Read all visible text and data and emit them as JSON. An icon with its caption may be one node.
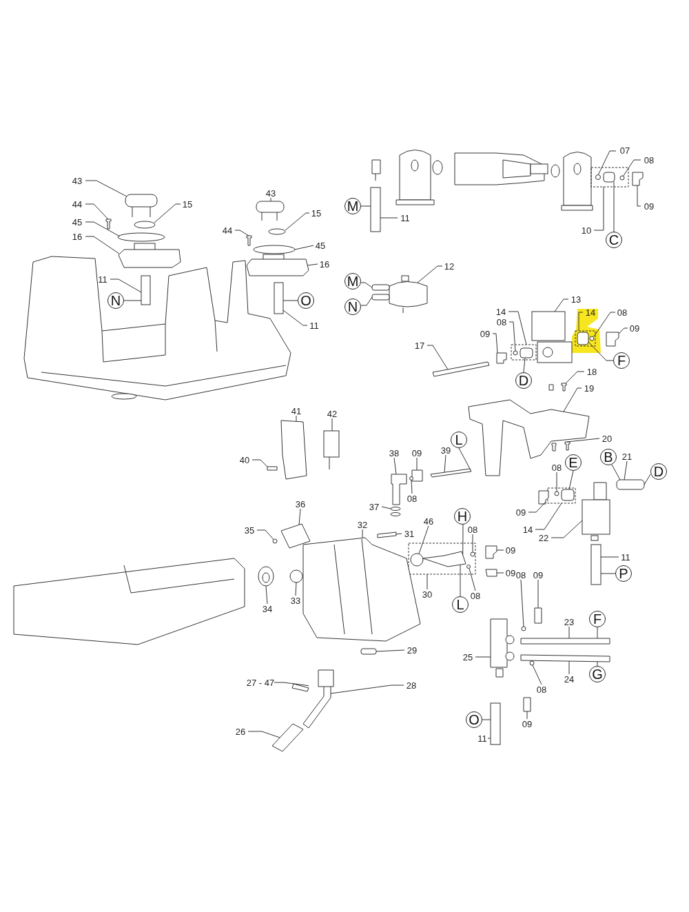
{
  "diagram": {
    "nodes": [
      {
        "text": [
          "07"
        ]
      },
      {
        "text": [
          "08"
        ]
      },
      {
        "text": [
          "09"
        ]
      },
      {
        "text": [
          "M"
        ]
      },
      {
        "text": [
          "11"
        ]
      },
      {
        "text": [
          "10"
        ]
      },
      {
        "text": [
          "C"
        ]
      },
      {
        "text": [
          "43"
        ]
      },
      {
        "text": [
          "44"
        ]
      },
      {
        "text": [
          "15"
        ]
      },
      {
        "text": [
          "45"
        ]
      },
      {
        "text": [
          "16"
        ]
      },
      {
        "text": [
          "43"
        ]
      },
      {
        "text": [
          "15"
        ]
      },
      {
        "text": [
          "44"
        ]
      },
      {
        "text": [
          "45"
        ]
      },
      {
        "text": [
          "16"
        ]
      },
      {
        "text": [
          "12"
        ]
      },
      {
        "text": [
          "M"
        ]
      },
      {
        "text": [
          "11"
        ]
      },
      {
        "text": [
          "N"
        ]
      },
      {
        "text": [
          "O"
        ]
      },
      {
        "text": [
          "N"
        ]
      },
      {
        "text": [
          "13"
        ]
      },
      {
        "text": [
          "14"
        ]
      },
      {
        "text": [
          "14"
        ]
      },
      {
        "text": [
          "08"
        ]
      },
      {
        "text": [
          "08"
        ]
      },
      {
        "text": [
          "11"
        ]
      },
      {
        "text": [
          "09"
        ]
      },
      {
        "text": [
          "09"
        ]
      },
      {
        "text": [
          "17"
        ]
      },
      {
        "text": [
          "F"
        ]
      },
      {
        "text": [
          "18"
        ]
      },
      {
        "text": [
          "D"
        ]
      },
      {
        "text": [
          "19"
        ]
      },
      {
        "text": [
          "41"
        ]
      },
      {
        "text": [
          "42"
        ]
      },
      {
        "text": [
          "20"
        ]
      },
      {
        "text": [
          "L"
        ]
      },
      {
        "text": [
          "39"
        ]
      },
      {
        "text": [
          "38"
        ]
      },
      {
        "text": [
          "09"
        ]
      },
      {
        "text": [
          "B"
        ]
      },
      {
        "text": [
          "21"
        ]
      },
      {
        "text": [
          "40"
        ]
      },
      {
        "text": [
          "E"
        ]
      },
      {
        "text": [
          "08"
        ]
      },
      {
        "text": [
          "D"
        ]
      },
      {
        "text": [
          "08"
        ]
      },
      {
        "text": [
          "36"
        ]
      },
      {
        "text": [
          "37"
        ]
      },
      {
        "text": [
          "09"
        ]
      },
      {
        "text": [
          "H"
        ]
      },
      {
        "text": [
          "46"
        ]
      },
      {
        "text": [
          "32"
        ]
      },
      {
        "text": [
          "14"
        ]
      },
      {
        "text": [
          "08"
        ]
      },
      {
        "text": [
          "35"
        ]
      },
      {
        "text": [
          "31"
        ]
      },
      {
        "text": [
          "22"
        ]
      },
      {
        "text": [
          "09"
        ]
      },
      {
        "text": [
          "11"
        ]
      },
      {
        "text": [
          "09"
        ]
      },
      {
        "text": [
          "P"
        ]
      },
      {
        "text": [
          "08"
        ]
      },
      {
        "text": [
          "09"
        ]
      },
      {
        "text": [
          "30"
        ]
      },
      {
        "text": [
          "08"
        ]
      },
      {
        "text": [
          "33"
        ]
      },
      {
        "text": [
          "L"
        ]
      },
      {
        "text": [
          "34"
        ]
      },
      {
        "text": [
          "F"
        ]
      },
      {
        "text": [
          "23"
        ]
      },
      {
        "text": [
          "29"
        ]
      },
      {
        "text": [
          "25"
        ]
      },
      {
        "text": [
          "G"
        ]
      },
      {
        "text": [
          "24"
        ]
      },
      {
        "text": [
          "27 - 47"
        ]
      },
      {
        "text": [
          "28"
        ]
      },
      {
        "text": [
          "08"
        ]
      },
      {
        "text": [
          "O"
        ]
      },
      {
        "text": [
          "09"
        ]
      },
      {
        "text": [
          "11"
        ]
      },
      {
        "text": [
          "26"
        ]
      },
      {
        "text": [],
        "shape": "box"
      },
      {
        "text": [],
        "shape": "circle",
        "in": 85
      },
      {
        "text": [],
        "shape": "fitting",
        "in": 85
      },
      {
        "text": [],
        "shape": "circle",
        "in": 85
      },
      {
        "text": [],
        "shape": "clip"
      },
      {
        "text": [],
        "shape": "tube"
      },
      {
        "text": [],
        "shape": "cap"
      },
      {
        "text": [],
        "shape": "screw"
      },
      {
        "text": [],
        "shape": "ring"
      },
      {
        "text": [],
        "shape": "ring"
      },
      {
        "text": [],
        "shape": "flange"
      },
      {
        "text": [],
        "shape": "cap"
      },
      {
        "text": [],
        "shape": "ring"
      },
      {
        "text": [],
        "shape": "screw"
      },
      {
        "text": [],
        "shape": "ring"
      },
      {
        "text": [],
        "shape": "flange"
      },
      {
        "text": [],
        "shape": "flowmeter"
      },
      {
        "text": [],
        "shape": "nozzle"
      },
      {
        "text": [],
        "shape": "nozzle"
      },
      {
        "text": [],
        "shape": "tube"
      },
      {
        "text": [],
        "shape": "tube"
      },
      {
        "text": [],
        "shape": "coil"
      },
      {
        "text": [],
        "shape": "box"
      },
      {
        "text": [],
        "shape": "circle",
        "in": 107
      },
      {
        "text": [],
        "shape": "fitting",
        "in": 107
      },
      {
        "text": [],
        "shape": "clip"
      },
      {
        "text": [],
        "shape": "rod"
      },
      {
        "text": [],
        "shape": "box"
      },
      {
        "text": [],
        "shape": "fitting",
        "in": 112
      },
      {
        "text": [],
        "shape": "circle",
        "in": 112
      },
      {
        "text": [],
        "shape": "clip"
      },
      {
        "text": [],
        "shape": "screw"
      },
      {
        "text": [],
        "shape": "bracket"
      },
      {
        "text": [],
        "shape": "bracket"
      },
      {
        "text": [],
        "shape": "switch"
      },
      {
        "text": [],
        "shape": "screw"
      },
      {
        "text": [],
        "shape": "rod"
      },
      {
        "text": [],
        "shape": "elbow"
      },
      {
        "text": [],
        "shape": "clip"
      },
      {
        "text": [],
        "shape": "circle"
      },
      {
        "text": [],
        "shape": "fitting"
      },
      {
        "text": [],
        "shape": "screw"
      },
      {
        "text": [],
        "shape": "box"
      },
      {
        "text": [],
        "shape": "circle",
        "in": 127
      },
      {
        "text": [],
        "shape": "fitting",
        "in": 127
      },
      {
        "text": [],
        "shape": "ring"
      },
      {
        "text": [],
        "shape": "switch"
      },
      {
        "text": [],
        "shape": "clip"
      },
      {
        "text": [],
        "shape": "box"
      },
      {
        "text": [],
        "shape": "ring",
        "in": 133
      },
      {
        "text": [],
        "shape": "fitting",
        "in": 133
      },
      {
        "text": [],
        "shape": "circle",
        "in": 133
      },
      {
        "text": [],
        "shape": "frame"
      },
      {
        "text": [],
        "shape": "circle"
      },
      {
        "text": [],
        "shape": "screw"
      },
      {
        "text": [],
        "shape": "valve"
      },
      {
        "text": [],
        "shape": "clip"
      },
      {
        "text": [],
        "shape": "tube"
      },
      {
        "text": [],
        "shape": "clip"
      },
      {
        "text": [],
        "shape": "circle"
      },
      {
        "text": [],
        "shape": "clip"
      },
      {
        "text": [],
        "shape": "circle",
        "in": 133
      },
      {
        "text": [],
        "shape": "gear"
      },
      {
        "text": [],
        "shape": "knob"
      },
      {
        "text": [],
        "shape": "rod"
      },
      {
        "text": [],
        "shape": "nut"
      },
      {
        "text": [],
        "shape": "block"
      },
      {
        "text": [],
        "shape": "rod"
      },
      {
        "text": [],
        "shape": "clip"
      },
      {
        "text": [],
        "shape": "pipe"
      },
      {
        "text": [],
        "shape": "circle"
      },
      {
        "text": [],
        "shape": "tube"
      },
      {
        "text": [],
        "shape": "clip"
      },
      {
        "text": [],
        "shape": "tube"
      }
    ],
    "edges": [
      {
        "from": 0,
        "to": 86,
        "arrow": "none"
      },
      {
        "from": 1,
        "to": 88,
        "arrow": "none"
      },
      {
        "from": 2,
        "to": 89,
        "arrow": "none"
      },
      {
        "from": 3,
        "to": 90,
        "arrow": "none"
      },
      {
        "from": 4,
        "to": 90,
        "arrow": "none"
      },
      {
        "from": 5,
        "to": 85,
        "arrow": "none"
      },
      {
        "from": 6,
        "to": 87,
        "arrow": "none"
      },
      {
        "from": 7,
        "to": 91,
        "arrow": "none"
      },
      {
        "from": 8,
        "to": 92,
        "arrow": "none"
      },
      {
        "from": 9,
        "to": 93,
        "arrow": "none"
      },
      {
        "from": 10,
        "to": 94,
        "arrow": "none"
      },
      {
        "from": 11,
        "to": 95,
        "arrow": "none"
      },
      {
        "from": 12,
        "to": 96,
        "arrow": "none"
      },
      {
        "from": 13,
        "to": 97,
        "arrow": "none"
      },
      {
        "from": 14,
        "to": 98,
        "arrow": "none"
      },
      {
        "from": 15,
        "to": 99,
        "arrow": "none"
      },
      {
        "from": 16,
        "to": 100,
        "arrow": "none"
      },
      {
        "from": 17,
        "to": 101,
        "arrow": "none"
      },
      {
        "from": 18,
        "to": 102,
        "arrow": "none"
      },
      {
        "from": 19,
        "to": 104,
        "arrow": "none"
      },
      {
        "from": 20,
        "to": 104,
        "arrow": "none"
      },
      {
        "from": 21,
        "to": 105,
        "arrow": "none"
      },
      {
        "from": 22,
        "to": 103,
        "arrow": "none"
      },
      {
        "from": 23,
        "to": 106,
        "arrow": "none"
      },
      {
        "from": 24,
        "to": 107,
        "arrow": "none"
      },
      {
        "from": 25,
        "to": 112,
        "arrow": "none"
      },
      {
        "from": 26,
        "to": 114,
        "arrow": "none"
      },
      {
        "from": 27,
        "to": 108,
        "arrow": "none"
      },
      {
        "from": 28,
        "to": 105,
        "arrow": "none"
      },
      {
        "from": 29,
        "to": 115,
        "arrow": "none"
      },
      {
        "from": 30,
        "to": 110,
        "arrow": "none"
      },
      {
        "from": 31,
        "to": 111,
        "arrow": "none"
      },
      {
        "from": 32,
        "to": 113,
        "arrow": "none"
      },
      {
        "from": 33,
        "to": 116,
        "arrow": "none"
      },
      {
        "from": 34,
        "to": 109,
        "arrow": "none"
      },
      {
        "from": 35,
        "to": 118,
        "arrow": "none"
      },
      {
        "from": 36,
        "to": 117,
        "arrow": "none"
      },
      {
        "from": 37,
        "to": 119,
        "arrow": "none"
      },
      {
        "from": 38,
        "to": 120,
        "arrow": "none"
      },
      {
        "from": 39,
        "to": 121,
        "arrow": "none"
      },
      {
        "from": 40,
        "to": 121,
        "arrow": "none"
      },
      {
        "from": 41,
        "to": 122,
        "arrow": "none"
      },
      {
        "from": 42,
        "to": 123,
        "arrow": "none"
      },
      {
        "from": 43,
        "to": 125,
        "arrow": "none"
      },
      {
        "from": 44,
        "to": 125,
        "arrow": "none"
      },
      {
        "from": 45,
        "to": 126,
        "arrow": "none"
      },
      {
        "from": 46,
        "to": 129,
        "arrow": "none"
      },
      {
        "from": 47,
        "to": 128,
        "arrow": "none"
      },
      {
        "from": 48,
        "to": 125,
        "arrow": "none"
      },
      {
        "from": 49,
        "to": 124,
        "arrow": "none"
      },
      {
        "from": 50,
        "to": 131,
        "arrow": "none"
      },
      {
        "from": 51,
        "to": 130,
        "arrow": "none"
      },
      {
        "from": 52,
        "to": 132,
        "arrow": "none"
      },
      {
        "from": 53,
        "to": 135,
        "arrow": "none"
      },
      {
        "from": 54,
        "to": 134,
        "arrow": "none"
      },
      {
        "from": 55,
        "to": 137,
        "arrow": "none"
      },
      {
        "from": 56,
        "to": 127,
        "arrow": "none"
      },
      {
        "from": 57,
        "to": 136,
        "arrow": "none"
      },
      {
        "from": 58,
        "to": 138,
        "arrow": "none"
      },
      {
        "from": 59,
        "to": 139,
        "arrow": "none"
      },
      {
        "from": 60,
        "to": 140,
        "arrow": "none"
      },
      {
        "from": 61,
        "to": 141,
        "arrow": "none"
      },
      {
        "from": 62,
        "to": 142,
        "arrow": "none"
      },
      {
        "from": 63,
        "to": 143,
        "arrow": "none"
      },
      {
        "from": 64,
        "to": 142,
        "arrow": "none"
      },
      {
        "from": 65,
        "to": 144,
        "arrow": "none"
      },
      {
        "from": 66,
        "to": 145,
        "arrow": "none"
      },
      {
        "from": 67,
        "to": 133,
        "arrow": "none"
      },
      {
        "from": 68,
        "to": 146,
        "arrow": "none"
      },
      {
        "from": 69,
        "to": 147,
        "arrow": "none"
      },
      {
        "from": 70,
        "to": 135,
        "arrow": "none"
      },
      {
        "from": 71,
        "to": 148,
        "arrow": "none"
      },
      {
        "from": 72,
        "to": 149,
        "arrow": "none"
      },
      {
        "from": 73,
        "to": 149,
        "arrow": "none"
      },
      {
        "from": 74,
        "to": 150,
        "arrow": "none"
      },
      {
        "from": 75,
        "to": 151,
        "arrow": "none"
      },
      {
        "from": 76,
        "to": 152,
        "arrow": "none"
      },
      {
        "from": 77,
        "to": 152,
        "arrow": "none"
      },
      {
        "from": 78,
        "to": 153,
        "arrow": "none"
      },
      {
        "from": 79,
        "to": 154,
        "arrow": "none"
      },
      {
        "from": 80,
        "to": 155,
        "arrow": "none"
      },
      {
        "from": 81,
        "to": 156,
        "arrow": "none"
      },
      {
        "from": 82,
        "to": 157,
        "arrow": "none"
      },
      {
        "from": 83,
        "to": 156,
        "arrow": "none"
      },
      {
        "from": 84,
        "to": 158,
        "arrow": "none"
      }
    ]
  }
}
